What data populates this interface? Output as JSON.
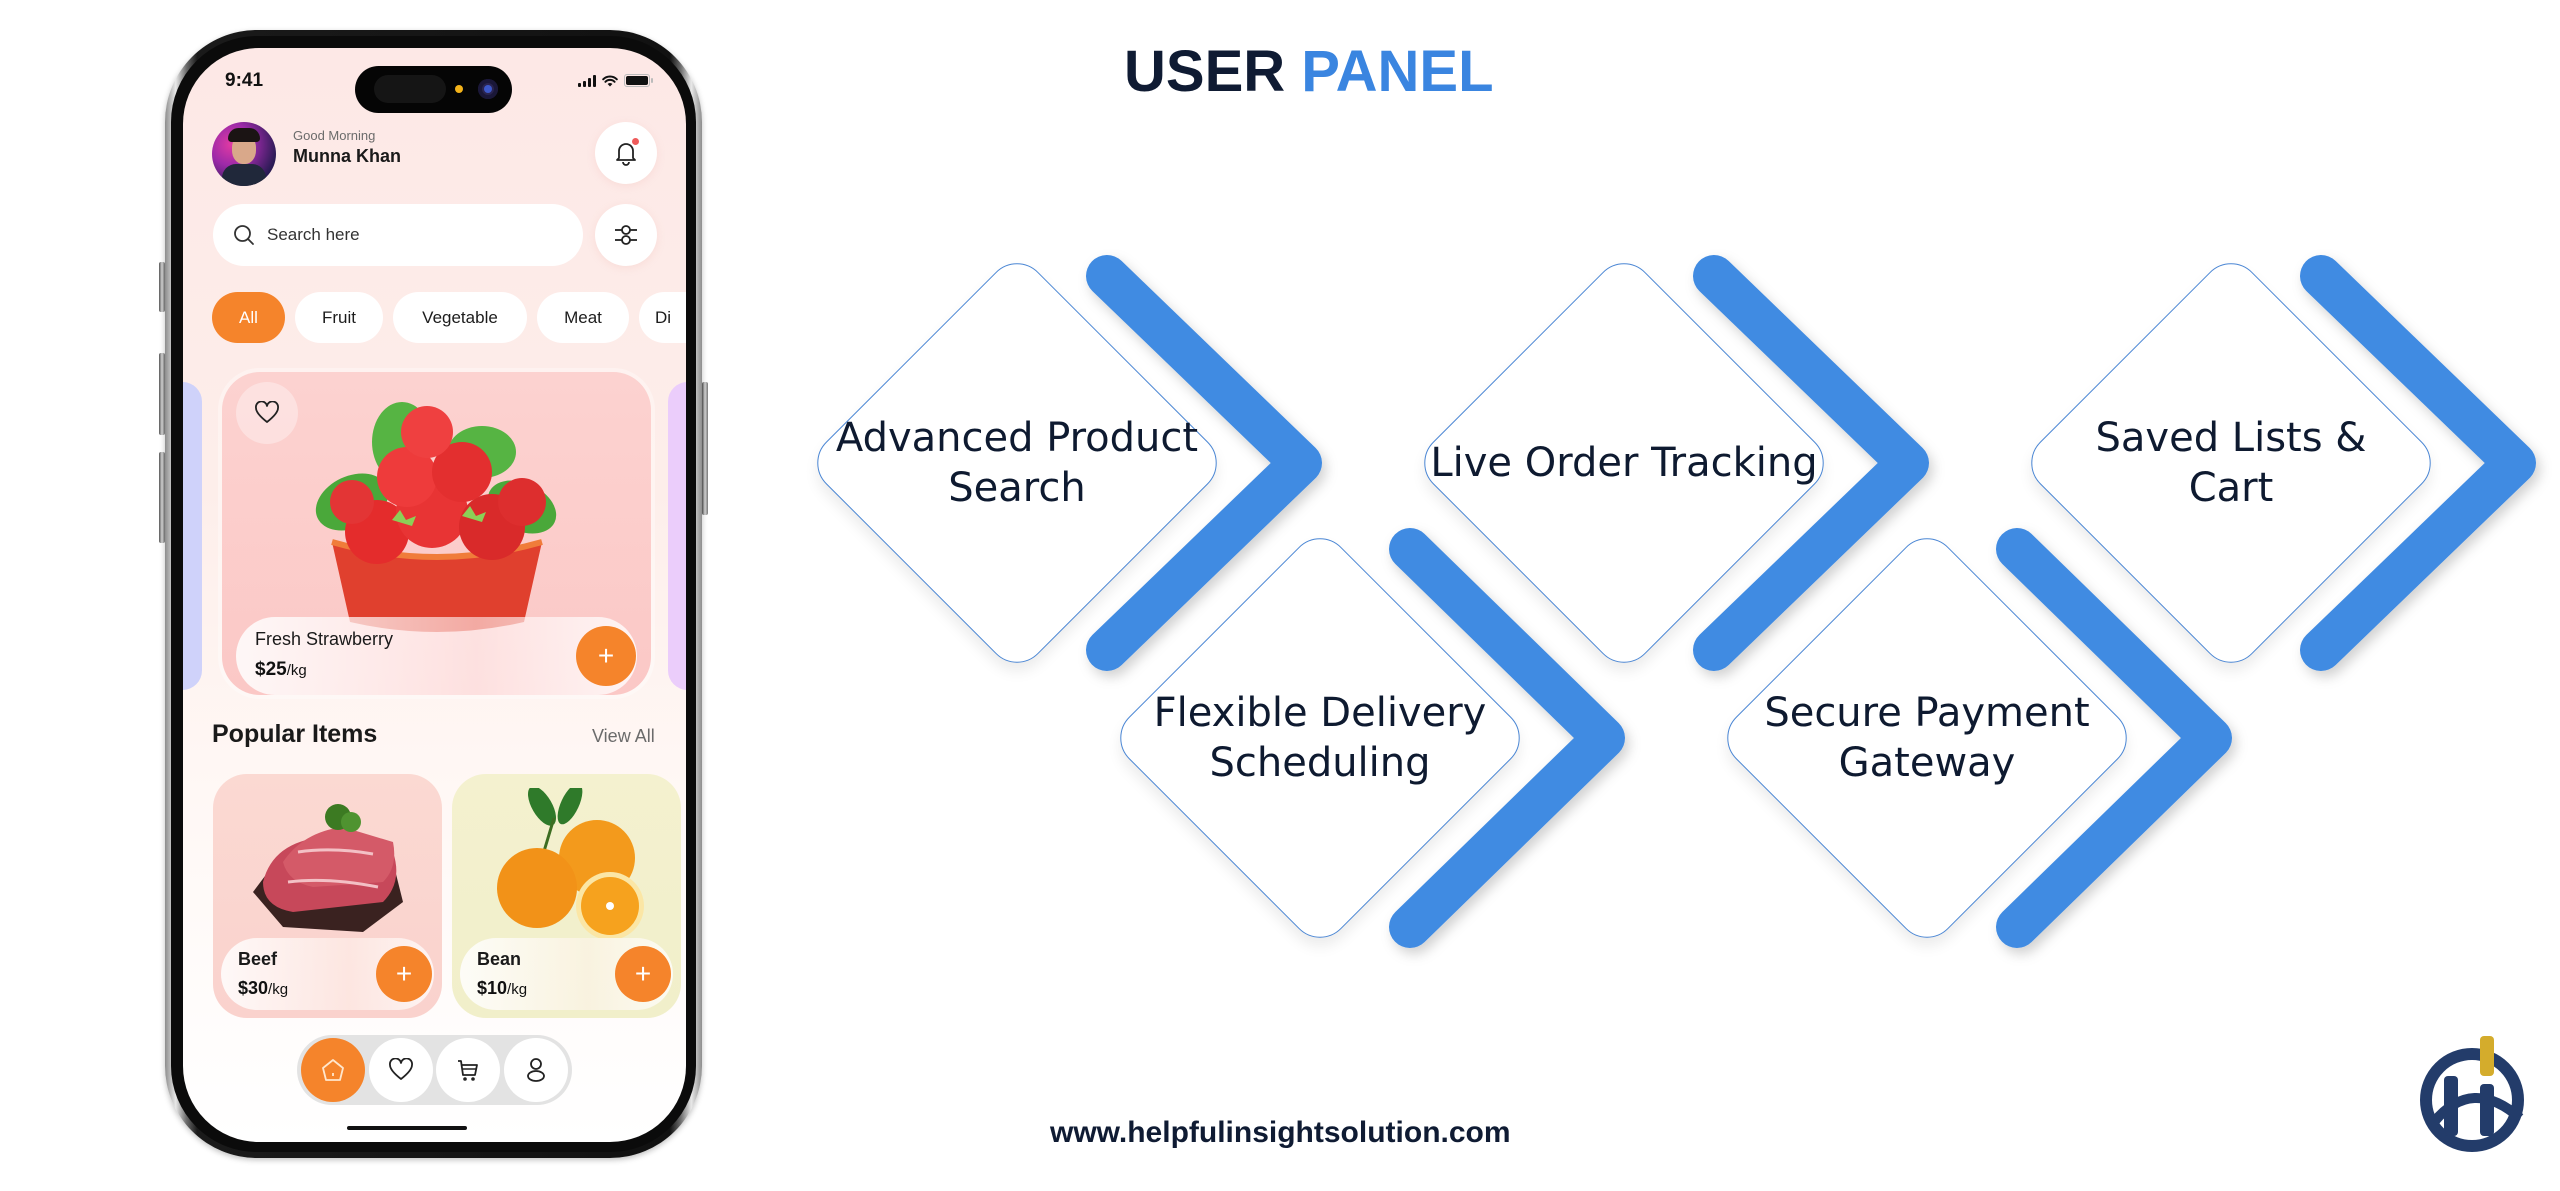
{
  "phone": {
    "status_bar": {
      "time": "9:41"
    },
    "header": {
      "greeting": "Good Morning",
      "user_name": "Munna Khan"
    },
    "search": {
      "placeholder": "Search here"
    },
    "categories": [
      {
        "label": "All",
        "active": true
      },
      {
        "label": "Fruit",
        "active": false
      },
      {
        "label": "Vegetable",
        "active": false
      },
      {
        "label": "Meat",
        "active": false
      },
      {
        "label": "Di",
        "active": false
      }
    ],
    "featured": {
      "name": "Fresh Strawberry",
      "price": "$25",
      "unit": "/kg",
      "add_label": "+"
    },
    "popular": {
      "title": "Popular Items",
      "view_all": "View All",
      "items": [
        {
          "name": "Beef",
          "price": "$30",
          "unit": "/kg",
          "add_label": "+"
        },
        {
          "name": "Bean",
          "price": "$10",
          "unit": "/kg",
          "add_label": "+"
        }
      ]
    },
    "bottom_nav": [
      {
        "icon": "home-icon",
        "active": true
      },
      {
        "icon": "heart-icon",
        "active": false
      },
      {
        "icon": "cart-icon",
        "active": false
      },
      {
        "icon": "profile-icon",
        "active": false
      }
    ]
  },
  "title": {
    "part1": "USER",
    "part2": "PANEL"
  },
  "features": [
    {
      "label": "Advanced Product Search"
    },
    {
      "label": "Live Order Tracking"
    },
    {
      "label": "Saved Lists & Cart"
    },
    {
      "label": "Flexible Delivery Scheduling"
    },
    {
      "label": "Secure Payment Gateway"
    }
  ],
  "footer": {
    "url": "www.helpfulinsightsolution.com"
  },
  "colors": {
    "accent_orange": "#f5842b",
    "brand_blue": "#3a85e0",
    "chevron_blue": "#418be2",
    "navy": "#0f1b33",
    "logo_navy": "#233c6a",
    "logo_gold": "#d4ac2c"
  }
}
